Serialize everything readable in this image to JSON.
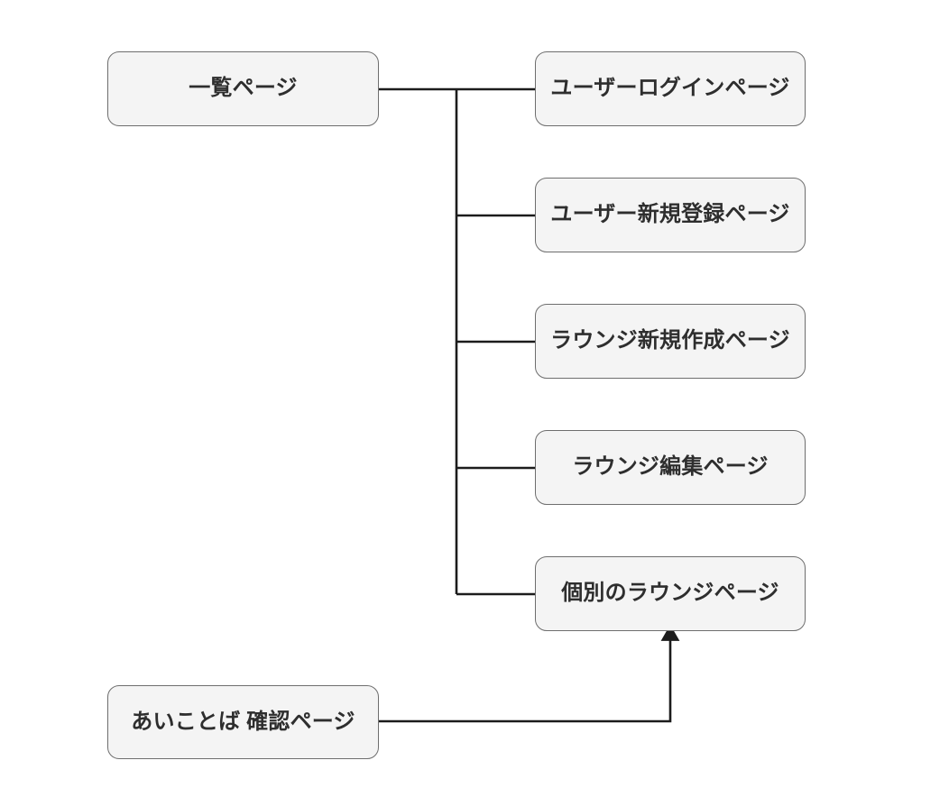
{
  "diagram": {
    "type": "flowchart",
    "background_color": "#ffffff",
    "node_fill_color": "#f4f4f4",
    "node_border_color": "#6e6e6e",
    "node_text_color": "#2e2e2e",
    "edge_color": "#1c1c1c",
    "nodes": [
      {
        "id": "root",
        "label": "一覧ページ"
      },
      {
        "id": "user-login",
        "label": "ユーザーログインページ"
      },
      {
        "id": "user-signup",
        "label": "ユーザー新規登録ページ"
      },
      {
        "id": "lounge-create",
        "label": "ラウンジ新規作成ページ"
      },
      {
        "id": "lounge-edit",
        "label": "ラウンジ編集ページ"
      },
      {
        "id": "lounge-detail",
        "label": "個別のラウンジページ"
      },
      {
        "id": "passphrase",
        "label": "あいことば 確認ページ"
      }
    ],
    "edges": [
      {
        "from": "root",
        "to": "user-login",
        "arrow": false
      },
      {
        "from": "root",
        "to": "user-signup",
        "arrow": false
      },
      {
        "from": "root",
        "to": "lounge-create",
        "arrow": false
      },
      {
        "from": "root",
        "to": "lounge-edit",
        "arrow": false
      },
      {
        "from": "root",
        "to": "lounge-detail",
        "arrow": false
      },
      {
        "from": "passphrase",
        "to": "lounge-detail",
        "arrow": true
      }
    ]
  }
}
